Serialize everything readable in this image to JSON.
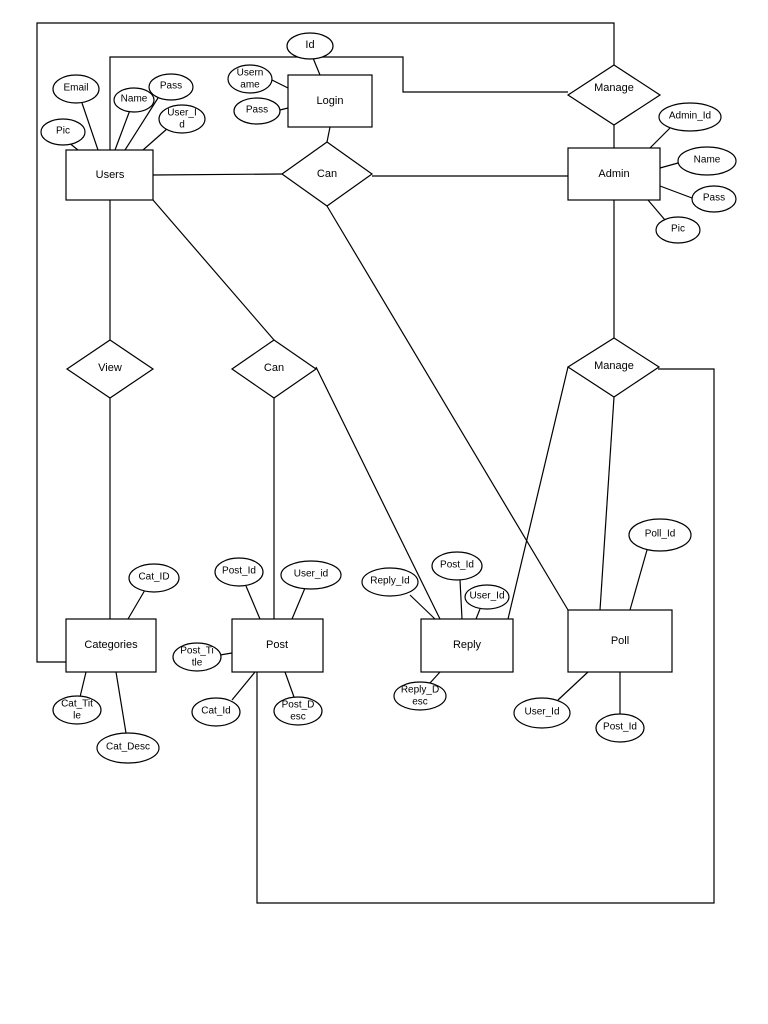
{
  "entities": {
    "users": "Users",
    "login": "Login",
    "admin": "Admin",
    "categories": "Categories",
    "post": "Post",
    "reply": "Reply",
    "poll": "Poll"
  },
  "relationships": {
    "manage_top": "Manage",
    "can_top": "Can",
    "view": "View",
    "can_mid": "Can",
    "manage_mid": "Manage"
  },
  "attributes": {
    "login_id": "Id",
    "login_username": [
      "Usern",
      "ame"
    ],
    "login_pass": "Pass",
    "users_email": "Email",
    "users_name": "Name",
    "users_pass": "Pass",
    "users_user_id": [
      "User_I",
      "d"
    ],
    "users_pic": "Pic",
    "admin_admin_id": "Admin_Id",
    "admin_name": "Name",
    "admin_pass": "Pass",
    "admin_pic": "Pic",
    "cat_id": "Cat_ID",
    "cat_title": [
      "Cat_Tit",
      "le"
    ],
    "cat_desc": "Cat_Desc",
    "post_post_id": "Post_Id",
    "post_user_id": "User_id",
    "post_title": [
      "Post_Ti",
      "tle"
    ],
    "post_cat_id": "Cat_Id",
    "post_desc": [
      "Post_D",
      "esc"
    ],
    "reply_reply_id": "Reply_Id",
    "reply_post_id": "Post_Id",
    "reply_user_id": "User_Id",
    "reply_desc": [
      "Reply_D",
      "esc"
    ],
    "poll_poll_id": "Poll_Id",
    "poll_user_id": "User_Id",
    "poll_post_id": "Post_Id"
  }
}
